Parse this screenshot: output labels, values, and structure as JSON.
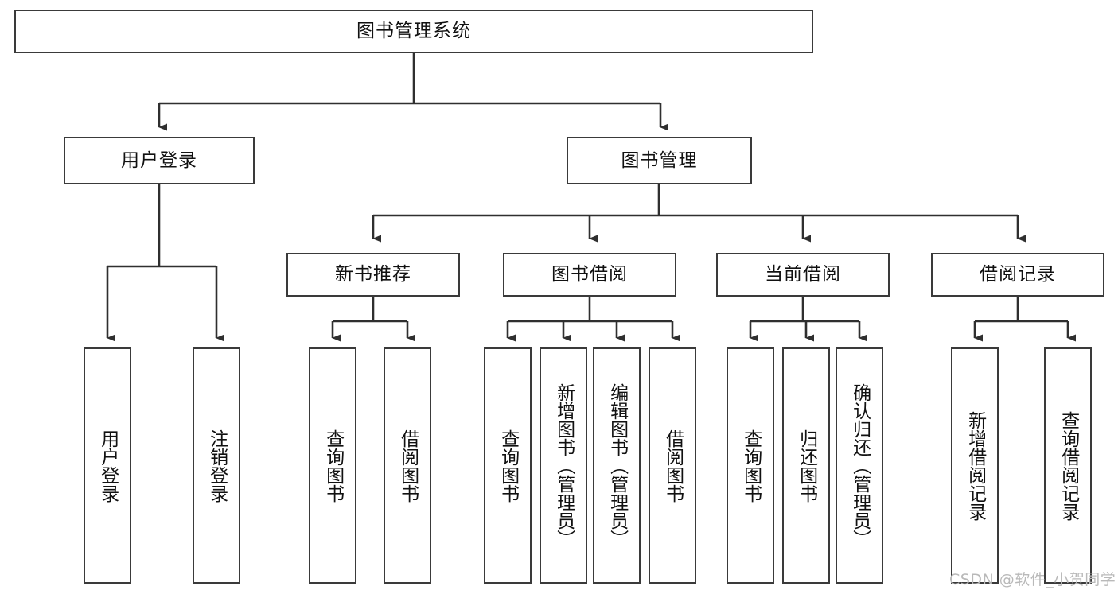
{
  "diagram": {
    "type": "tree-hierarchy",
    "title": "图书管理系统",
    "orientation": "top-down",
    "colors": {
      "box_border": "#3a3a3a",
      "box_fill": "#ffffff",
      "connector": "#2f2f2f",
      "text": "#111111",
      "watermark": "#b9b9b9",
      "background": "#ffffff"
    },
    "root": {
      "id": "root",
      "label": "图书管理系统",
      "text_orientation": "horizontal"
    },
    "level2": [
      {
        "id": "user-login",
        "label": "用户登录",
        "text_orientation": "horizontal"
      },
      {
        "id": "book-manage",
        "label": "图书管理",
        "text_orientation": "horizontal"
      }
    ],
    "level3": [
      {
        "id": "new-book-recommend",
        "label": "新书推荐",
        "parent": "book-manage",
        "text_orientation": "horizontal"
      },
      {
        "id": "book-borrow",
        "label": "图书借阅",
        "parent": "book-manage",
        "text_orientation": "horizontal"
      },
      {
        "id": "current-borrow",
        "label": "当前借阅",
        "parent": "book-manage",
        "text_orientation": "horizontal"
      },
      {
        "id": "borrow-record",
        "label": "借阅记录",
        "parent": "book-manage",
        "text_orientation": "horizontal"
      }
    ],
    "leaves": [
      {
        "id": "leaf-user-login",
        "label": "用户登录",
        "parent": "user-login",
        "text_orientation": "vertical"
      },
      {
        "id": "leaf-user-logout",
        "label": "注销登录",
        "parent": "user-login",
        "text_orientation": "vertical"
      },
      {
        "id": "leaf-query-book-1",
        "label": "查询图书",
        "parent": "new-book-recommend",
        "text_orientation": "vertical"
      },
      {
        "id": "leaf-borrow-book-1",
        "label": "借阅图书",
        "parent": "new-book-recommend",
        "text_orientation": "vertical"
      },
      {
        "id": "leaf-query-book-2",
        "label": "查询图书",
        "parent": "book-borrow",
        "text_orientation": "vertical"
      },
      {
        "id": "leaf-add-book",
        "label": "新增图书（管理员）",
        "parent": "book-borrow",
        "text_orientation": "vertical"
      },
      {
        "id": "leaf-edit-book",
        "label": "编辑图书（管理员）",
        "parent": "book-borrow",
        "text_orientation": "vertical"
      },
      {
        "id": "leaf-borrow-book-2",
        "label": "借阅图书",
        "parent": "book-borrow",
        "text_orientation": "vertical"
      },
      {
        "id": "leaf-query-book-3",
        "label": "查询图书",
        "parent": "current-borrow",
        "text_orientation": "vertical"
      },
      {
        "id": "leaf-return-book",
        "label": "归还图书",
        "parent": "current-borrow",
        "text_orientation": "vertical"
      },
      {
        "id": "leaf-confirm-return",
        "label": "确认归还（管理员）",
        "parent": "current-borrow",
        "text_orientation": "vertical"
      },
      {
        "id": "leaf-add-record",
        "label": "新增借阅记录",
        "parent": "borrow-record",
        "text_orientation": "vertical"
      },
      {
        "id": "leaf-query-record",
        "label": "查询借阅记录",
        "parent": "borrow-record",
        "text_orientation": "vertical"
      }
    ]
  },
  "watermark": {
    "text": "CSDN @软件_小贺同学"
  }
}
